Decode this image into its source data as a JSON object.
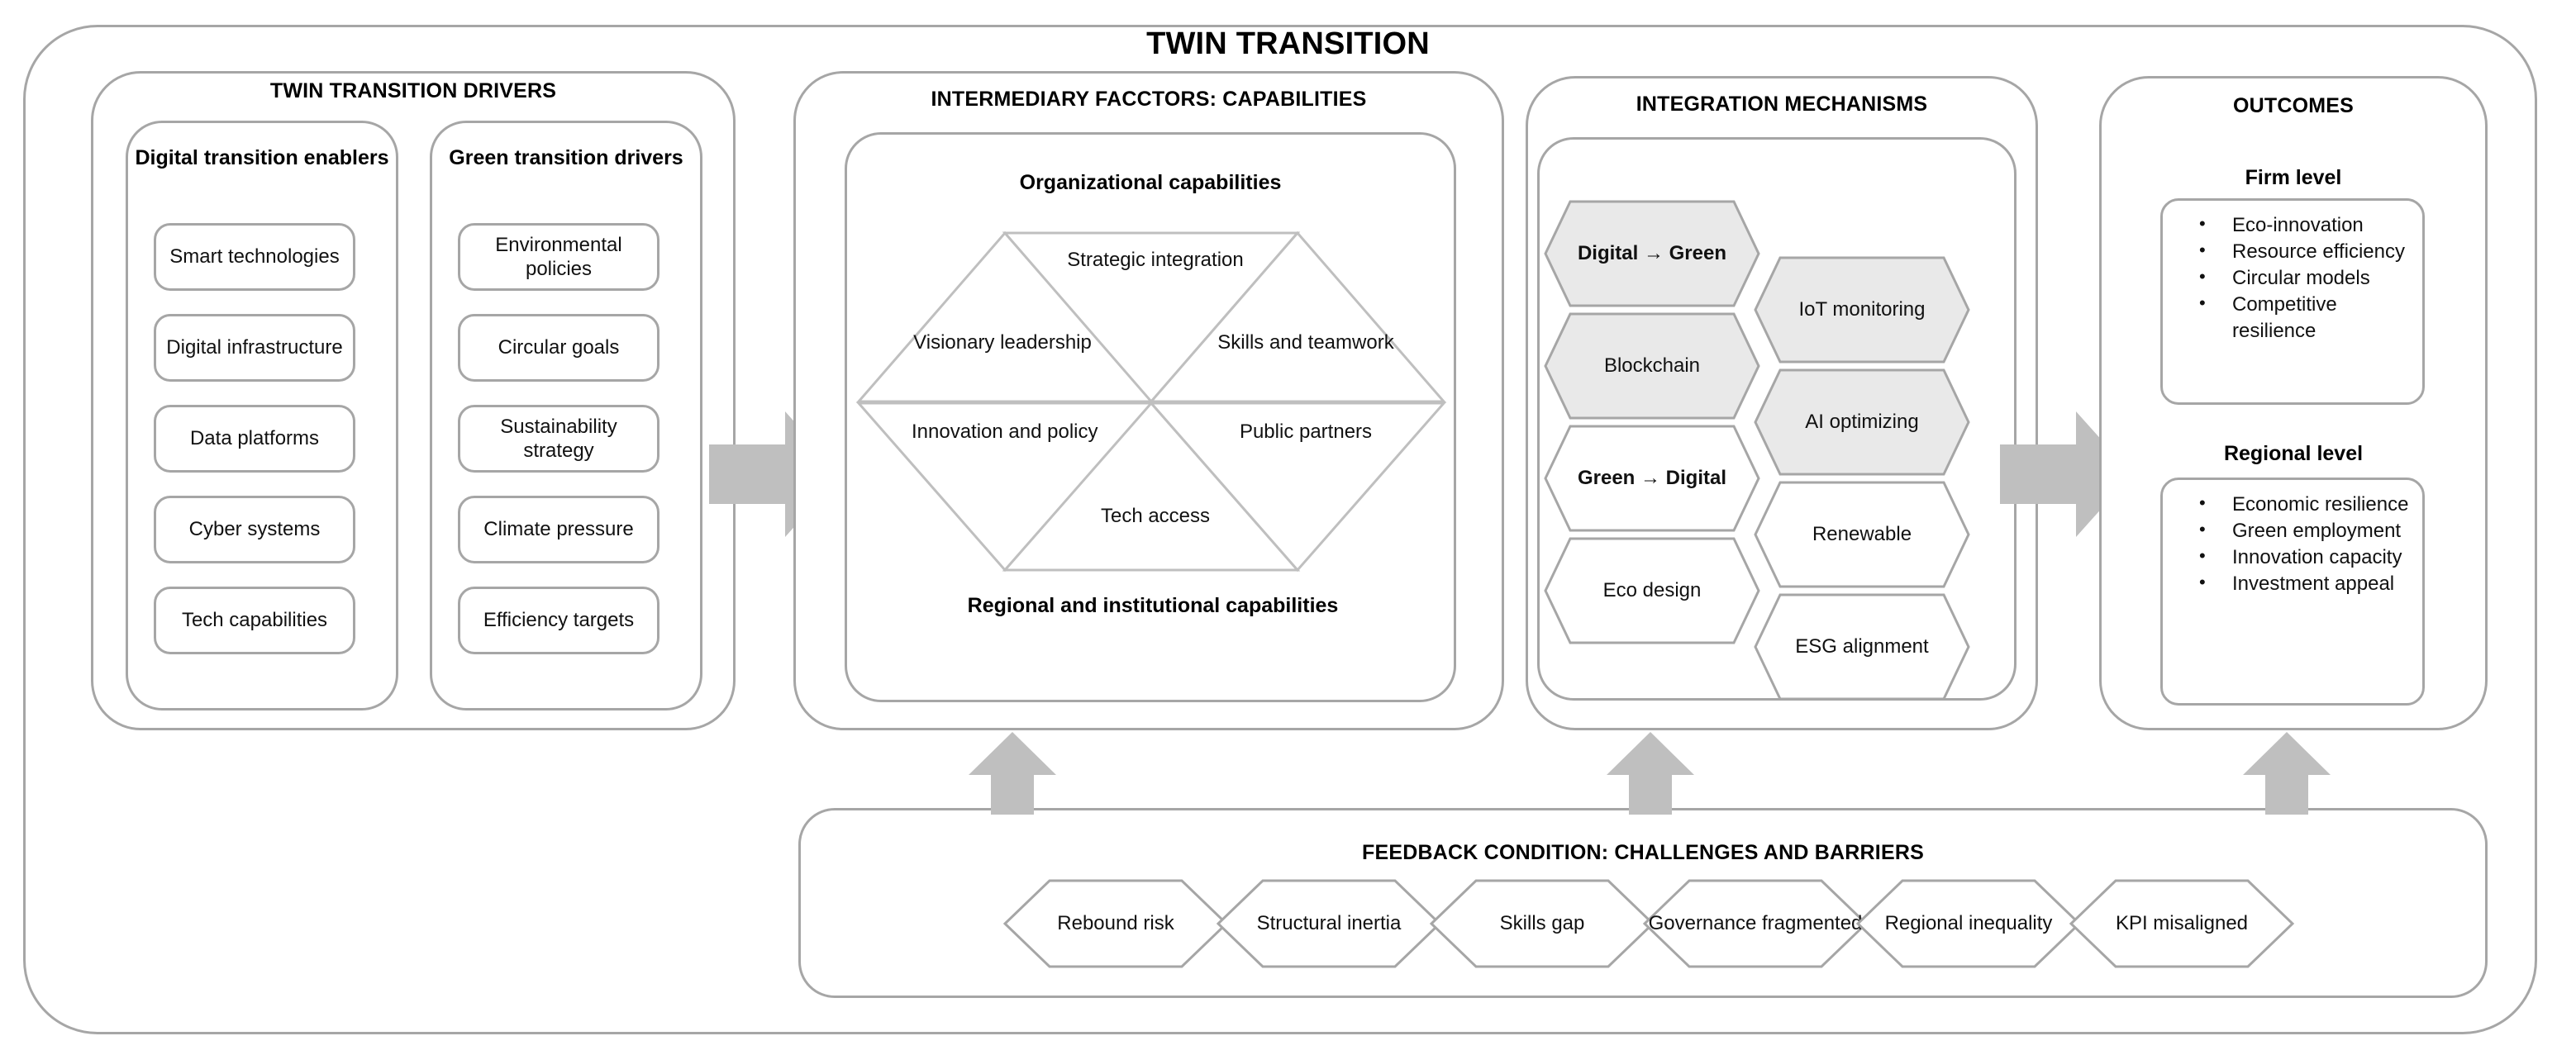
{
  "title": "TWIN TRANSITION",
  "colors": {
    "border": "#a6a6a6",
    "arrow_fill": "#bfbfbf",
    "hex_shaded_fill": "#e9e9e9",
    "hex_plain_fill": "#ffffff",
    "text": "#111111"
  },
  "drivers": {
    "band_title": "TWIN TRANSITION DRIVERS",
    "columns": [
      {
        "heading": "Digital transition enablers",
        "items": [
          "Smart technologies",
          "Digital infrastructure",
          "Data platforms",
          "Cyber systems",
          "Tech capabilities"
        ]
      },
      {
        "heading": "Green transition drivers",
        "items": [
          "Environmental policies",
          "Circular goals",
          "Sustainability strategy",
          "Climate pressure",
          "Efficiency targets"
        ]
      }
    ]
  },
  "intermediary": {
    "band_title": "INTERMEDIARY FACCTORS: CAPABILITIES",
    "top_caption": "Organizational capabilities",
    "bottom_caption": "Regional and institutional capabilities",
    "triangles": [
      {
        "label": "Visionary leadership",
        "orientation": "up",
        "position": "top-left"
      },
      {
        "label": "Strategic integration",
        "orientation": "down",
        "position": "top-center"
      },
      {
        "label": "Skills and teamwork",
        "orientation": "up",
        "position": "top-right"
      },
      {
        "label": "Innovation and policy",
        "orientation": "down",
        "position": "bottom-left"
      },
      {
        "label": "Tech access",
        "orientation": "up",
        "position": "bottom-center"
      },
      {
        "label": "Public partners",
        "orientation": "down",
        "position": "bottom-right"
      }
    ]
  },
  "integration": {
    "band_title": "INTEGRATION MECHANISMS",
    "hexagons": [
      {
        "label": "Digital → Green",
        "column": "left",
        "shaded": true,
        "bold": true
      },
      {
        "label": "IoT monitoring",
        "column": "right",
        "shaded": true,
        "bold": false
      },
      {
        "label": "Blockchain",
        "column": "left",
        "shaded": true,
        "bold": false
      },
      {
        "label": "AI optimizing",
        "column": "right",
        "shaded": true,
        "bold": false
      },
      {
        "label": "Green → Digital",
        "column": "left",
        "shaded": false,
        "bold": true
      },
      {
        "label": "Renewable",
        "column": "right",
        "shaded": false,
        "bold": false
      },
      {
        "label": "Eco design",
        "column": "left",
        "shaded": false,
        "bold": false
      },
      {
        "label": "ESG alignment",
        "column": "right",
        "shaded": false,
        "bold": false
      }
    ]
  },
  "outcomes": {
    "band_title": "OUTCOMES",
    "groups": [
      {
        "heading": "Firm level",
        "items": [
          "Eco-innovation",
          "Resource efficiency",
          "Circular models",
          "Competitive resilience"
        ]
      },
      {
        "heading": "Regional level",
        "items": [
          "Economic resilience",
          "Green employment",
          "Innovation capacity",
          "Investment appeal"
        ]
      }
    ]
  },
  "feedback": {
    "band_title": "FEEDBACK CONDITION: CHALLENGES AND BARRIERS",
    "hexagons": [
      "Rebound risk",
      "Structural inertia",
      "Skills gap",
      "Governance fragmented",
      "Regional inequality",
      "KPI misaligned"
    ]
  },
  "flow_arrows": [
    {
      "name": "drivers-to-intermediary",
      "direction": "right"
    },
    {
      "name": "integration-to-outcomes",
      "direction": "right"
    },
    {
      "name": "feedback-to-intermediary",
      "direction": "up"
    },
    {
      "name": "feedback-to-integration",
      "direction": "up"
    },
    {
      "name": "feedback-to-outcomes",
      "direction": "up"
    }
  ]
}
